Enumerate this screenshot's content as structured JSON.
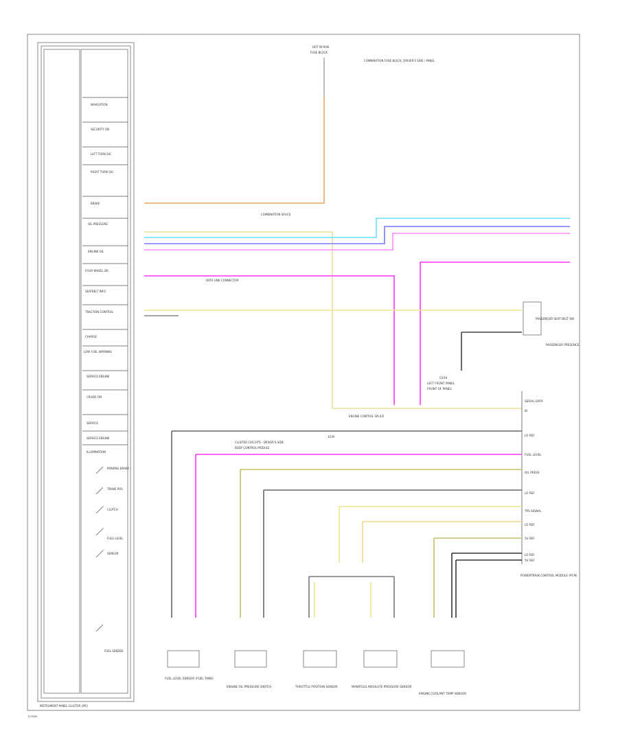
{
  "diagram": {
    "page_code": "T1/0/86",
    "cluster_title": "INSTRUMENT PANEL CLUSTER (IPC)",
    "top_connector": {
      "title": "HOT IN RUN",
      "subtitle": "FUSE BLOCK",
      "label": "COMBINATION FUSE BLOCK, DRIVER'S SIDE / PANEL"
    },
    "indicators": [
      "NAVIGATION",
      "SECURITY ON",
      "LEFT TURN SIG",
      "RIGHT TURN SIG",
      "BRAKE",
      "OIL PRESSURE",
      "ENGINE OIL",
      "FOUR WHEEL DR",
      "SEATBELT INFO",
      "TRACTION CONTROL",
      "CHARGE",
      "LOW FUEL WARNING",
      "SERVICE ENGINE",
      "CRUISE ON",
      "SERVICE",
      "SERVICE ENGINE",
      "ILLUMINATION"
    ],
    "switches": [
      "PARKING BRAKE",
      "TRANS POS",
      "CLUTCH",
      "FUEL LEVEL",
      "SENSOR",
      "FUEL SENDER"
    ],
    "wire_labels": {
      "splice_1": "COMBINATION SPLICE",
      "data_link": "DATA LINK CONNECTOR",
      "splice_2": "ENGINE CONTROL SPLICE",
      "ecm_note": "ECM",
      "left_note": "CLUSTER CIRCUITS - DRIVER'S SIDE",
      "body_note": "BODY CONTROL MODULE"
    },
    "right_components": {
      "passenger_seat": "PASSENGER SEAT BELT SW",
      "passenger_sub": "PASSENGER PRESENCE",
      "ground": "G104",
      "ground_note": "LEFT FRONT PANEL",
      "ground_sub": "FRONT OF PANEL"
    },
    "ecm_pins": [
      "SERIAL DATA",
      "BI",
      "LO REF",
      "FUEL LEVEL",
      "OIL PRESS",
      "LO REF",
      "TPS SIGNAL",
      "LO REF",
      "5V REF",
      "LO REF",
      "5V REF"
    ],
    "ecm_title": "POWERTRAIN CONTROL MODULE (PCM)",
    "bottom_components": [
      "FUEL LEVEL SENSOR (FUEL TANK)",
      "ENGINE OIL PRESSURE SWITCH",
      "THROTTLE POSITION SENSOR",
      "MANIFOLD ABSOLUTE PRESSURE SENSOR",
      "ENGINE COOLANT TEMP SENSOR"
    ],
    "colors": {
      "orange": "#f4a460",
      "magenta": "#ff33ff",
      "yellow": "#f0e68c",
      "cyan": "#66e0ff",
      "blue": "#6666ff",
      "pink": "#ff77ff",
      "gray": "#555555",
      "olive": "#c8c06a"
    }
  }
}
